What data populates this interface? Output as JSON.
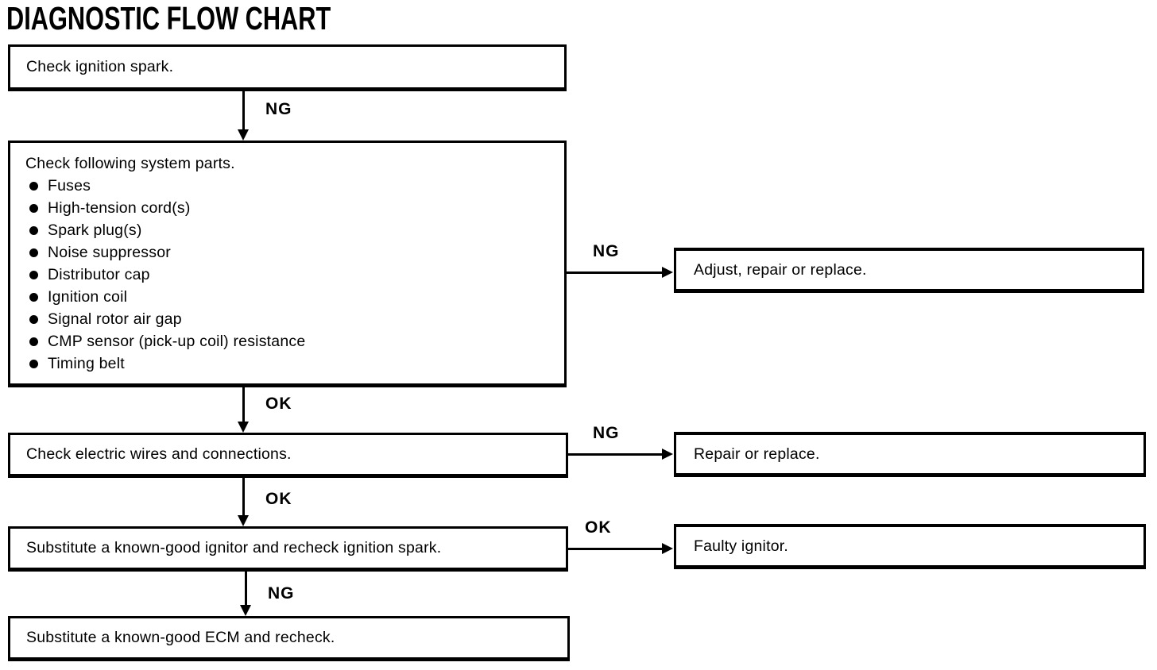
{
  "page": {
    "title": "DIAGNOSTIC FLOW CHART"
  },
  "colors": {
    "ink": "#000000",
    "paper": "#ffffff"
  },
  "flow": {
    "steps": [
      {
        "id": "step-1",
        "text": "Check ignition spark."
      },
      {
        "id": "step-2",
        "heading": "Check following system parts.",
        "bullets": [
          "Fuses",
          "High-tension cord(s)",
          "Spark plug(s)",
          "Noise suppressor",
          "Distributor cap",
          "Ignition coil",
          "Signal rotor air gap",
          "CMP sensor (pick-up coil) resistance",
          "Timing belt"
        ]
      },
      {
        "id": "step-3",
        "text": "Check electric wires and connections."
      },
      {
        "id": "step-4",
        "text": "Substitute a known-good ignitor and recheck ignition spark."
      },
      {
        "id": "step-5",
        "text": "Substitute a known-good ECM and recheck."
      }
    ],
    "results": [
      {
        "id": "result-1",
        "text": "Adjust, repair or replace."
      },
      {
        "id": "result-2",
        "text": "Repair or replace."
      },
      {
        "id": "result-3",
        "text": "Faulty ignitor."
      }
    ],
    "connectors": {
      "down": [
        {
          "label": "NG",
          "from": "step-1",
          "to": "step-2"
        },
        {
          "label": "OK",
          "from": "step-2",
          "to": "step-3"
        },
        {
          "label": "OK",
          "from": "step-3",
          "to": "step-4"
        },
        {
          "label": "NG",
          "from": "step-4",
          "to": "step-5"
        }
      ],
      "right": [
        {
          "label": "NG",
          "from": "step-2",
          "to": "result-1"
        },
        {
          "label": "NG",
          "from": "step-3",
          "to": "result-2"
        },
        {
          "label": "OK",
          "from": "step-4",
          "to": "result-3"
        }
      ]
    }
  }
}
